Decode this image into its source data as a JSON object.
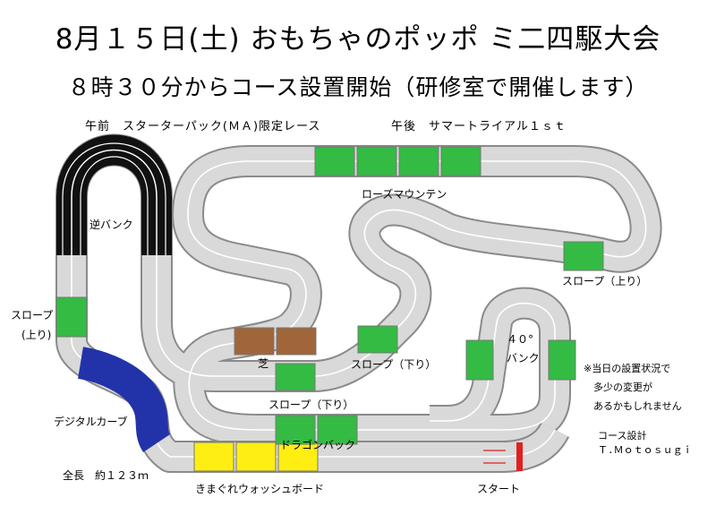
{
  "header": {
    "title": "8月１５日(土) おもちゃのポッポ ミ二四駆大会",
    "subtitle": "８時３０分からコース設置開始（研修室で開催します）"
  },
  "sessions": {
    "morning": "午前　スターターパック(ＭＡ)限定レース",
    "afternoon": "午後　サマートライアル１ｓｔ"
  },
  "sections": {
    "reverse_bank": "逆バンク",
    "slope_up_left": "スロープ",
    "slope_up_left_2": "(上り)",
    "digital_curve": "デジタルカーブ",
    "total_length": "全長　約１２３ｍ",
    "washboard": "きまぐれウォッシュボード",
    "start": "スタート",
    "dragon_back": "ドラゴンバック",
    "slope_down_center": "スロープ（下り）",
    "turf": "芝",
    "slope_down_mid": "スロープ（下り）",
    "rose_mountain": "ローズマウンテン",
    "slope_up_right": "スロープ（上り）",
    "bank_angle": "４０°",
    "bank": "バンク"
  },
  "notes": {
    "line1": "※当日の設置状況で",
    "line2": "多少の変更が",
    "line3": "あるかもしれません",
    "designer_label": "コース設計",
    "designer_name": "Ｔ.Ｍｏｔｏｓｕｇｉ"
  },
  "colors": {
    "track": "#d9d9d9",
    "track_edge": "#8a8a8a",
    "reverse_bank": "#111111",
    "slope": "#33bb44",
    "digital_curve": "#2233aa",
    "washboard": "#ffee11",
    "turf": "#a0663a",
    "start": "#e02020"
  }
}
